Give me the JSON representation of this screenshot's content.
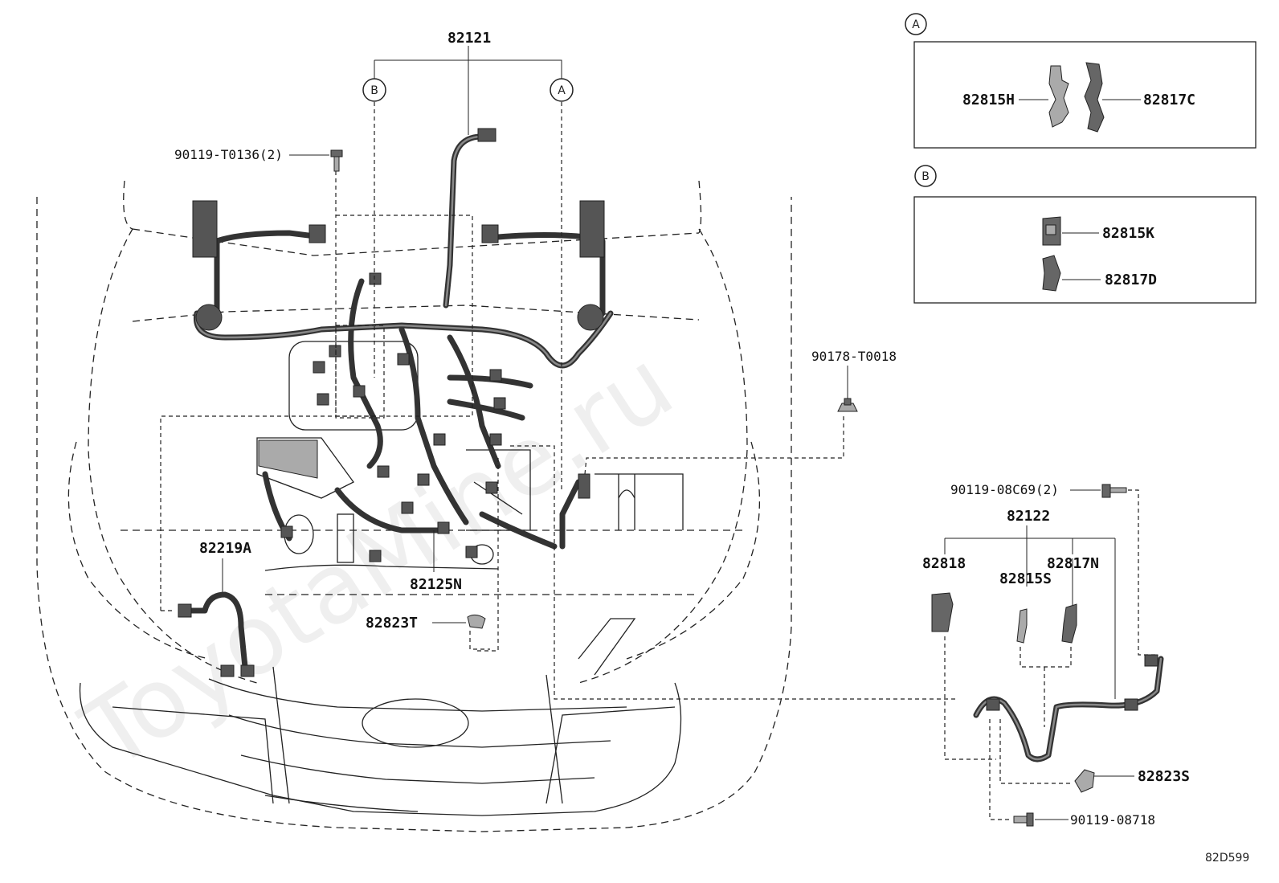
{
  "labels": {
    "harness_main": "82121",
    "screw_top": "90119-T0136(2)",
    "clip": "90178-T0018",
    "harness_left": "82219A",
    "wire_engine": "82125N",
    "cover_t": "82823T",
    "screw_right": "90119-08C69(2)",
    "harness_right": "82122",
    "relay_block": "82818",
    "block_s": "82815S",
    "cover_n": "82817N",
    "cover_s": "82823S",
    "bolt_bottom": "90119-08718",
    "part_h": "82815H",
    "part_c": "82817C",
    "part_k": "82815K",
    "part_d": "82817D"
  },
  "callouts": {
    "a": "A",
    "b": "B"
  },
  "watermark": "ToyotaMine.ru",
  "diagram_code": "82D599"
}
